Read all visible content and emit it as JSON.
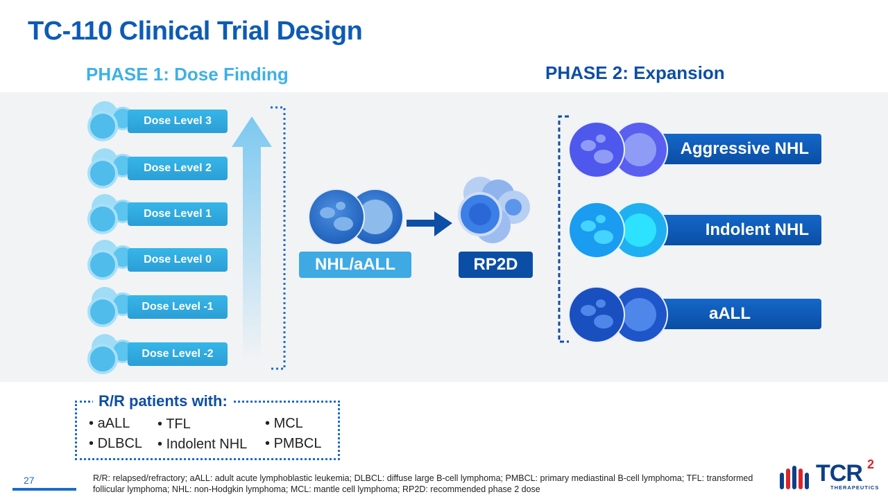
{
  "title": "TC-110 Clinical Trial Design",
  "phase1_heading": "PHASE 1: Dose Finding",
  "phase2_heading": "PHASE 2: Expansion",
  "dose_levels": [
    "Dose Level 3",
    "Dose Level 2",
    "Dose Level 1",
    "Dose Level 0",
    "Dose Level -1",
    "Dose Level -2"
  ],
  "center": {
    "population_label": "NHL/aALL",
    "rp2d_label": "RP2D"
  },
  "expansion_cohorts": [
    "Aggressive NHL",
    "Indolent NHL",
    "aALL"
  ],
  "patients_box": {
    "title": "R/R patients with:",
    "items": [
      "aALL",
      "TFL",
      "MCL",
      "DLBCL",
      "Indolent NHL",
      "PMBCL"
    ]
  },
  "footer": {
    "page_number": "27",
    "footnote": "R/R: relapsed/refractory; aALL: adult acute lymphoblastic leukemia; DLBCL: diffuse large B-cell lymphoma; PMBCL: primary mediastinal B-cell lymphoma; TFL: transformed follicular lymphoma; NHL: non-Hodgkin lymphoma; MCL: mantle cell lymphoma; RP2D: recommended phase 2 dose"
  },
  "logo": {
    "text": "TCR",
    "superscript": "2",
    "subtitle": "THERAPEUTICS"
  },
  "colors": {
    "title": "#0d5bb5",
    "phase1": "#3fb0e5",
    "phase2": "#0d4ea6",
    "accent_red": "#d8262d"
  }
}
